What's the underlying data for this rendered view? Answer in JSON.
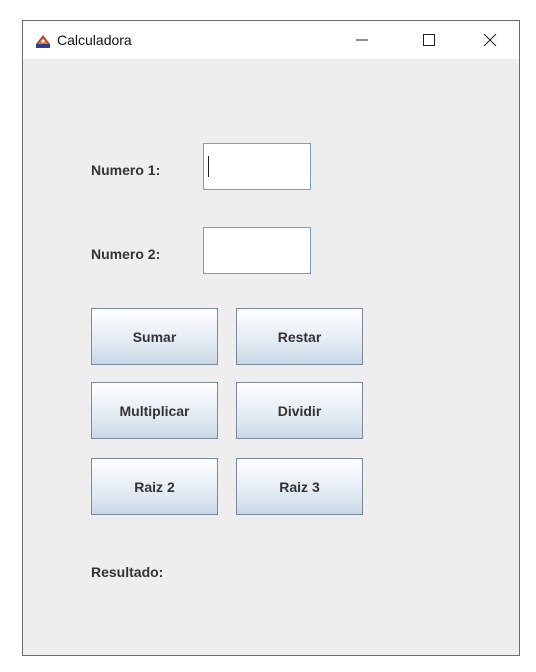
{
  "window": {
    "title": "Calculadora"
  },
  "icons": {
    "app": "java-coffee-cup-icon",
    "minimize": "minimize-icon",
    "maximize": "maximize-icon",
    "close": "close-icon"
  },
  "form": {
    "numero1_label": "Numero 1:",
    "numero1_value": "",
    "numero2_label": "Numero 2:",
    "numero2_value": "",
    "resultado_label": "Resultado:"
  },
  "buttons": {
    "sumar": "Sumar",
    "restar": "Restar",
    "multiplicar": "Multiplicar",
    "dividir": "Dividir",
    "raiz2": "Raiz 2",
    "raiz3": "Raiz 3"
  }
}
